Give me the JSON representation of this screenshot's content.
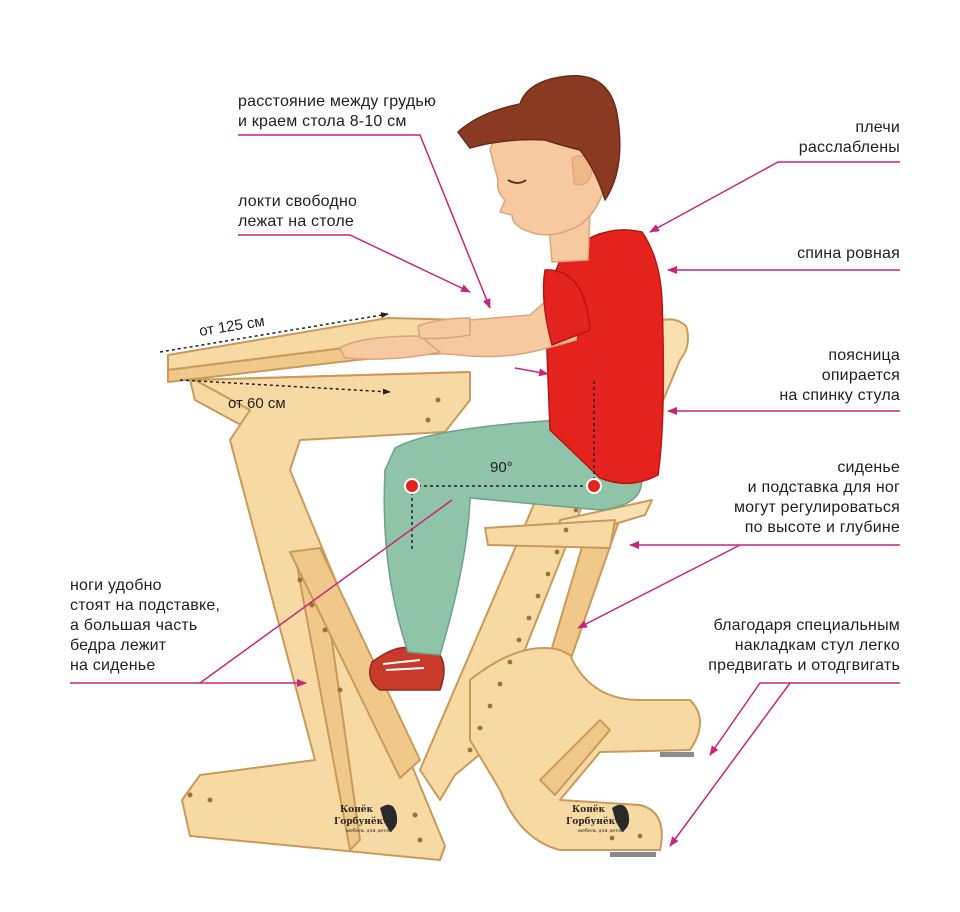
{
  "labels": {
    "chest": "расстояние между грудью\nи краем стола 8-10 см",
    "elbows": "локти свободно\nлежат на столе",
    "shoulders": "плечи\nрасслаблены",
    "back": "спина ровная",
    "lumbar": "поясница\nопирается\nна спинку стула",
    "seat": "сиденье\nи подставка для ног\nмогут регулироваться\nпо высоте и глубине",
    "legs": "ноги удобно\nстоят на подставке,\nа большая часть\nбедра лежит\nна сиденье",
    "pads": "благодаря специальным\nнакладкам стул легко\nпредвигать и отодгвигать"
  },
  "dimensions": {
    "width": "от 125 см",
    "depth": "от 60 см",
    "angle": "90°"
  },
  "brand": {
    "line1": "Конёк",
    "line2": "Горбунёк",
    "tagline": "мебель для детей"
  },
  "colors": {
    "callout": "#c8267d",
    "wood": "#f7d9a3",
    "wood_edge": "#c99a5a",
    "shirt": "#e5231e",
    "pants": "#8fc4a8",
    "skin": "#f6c9a0",
    "hair": "#8a3a22"
  }
}
